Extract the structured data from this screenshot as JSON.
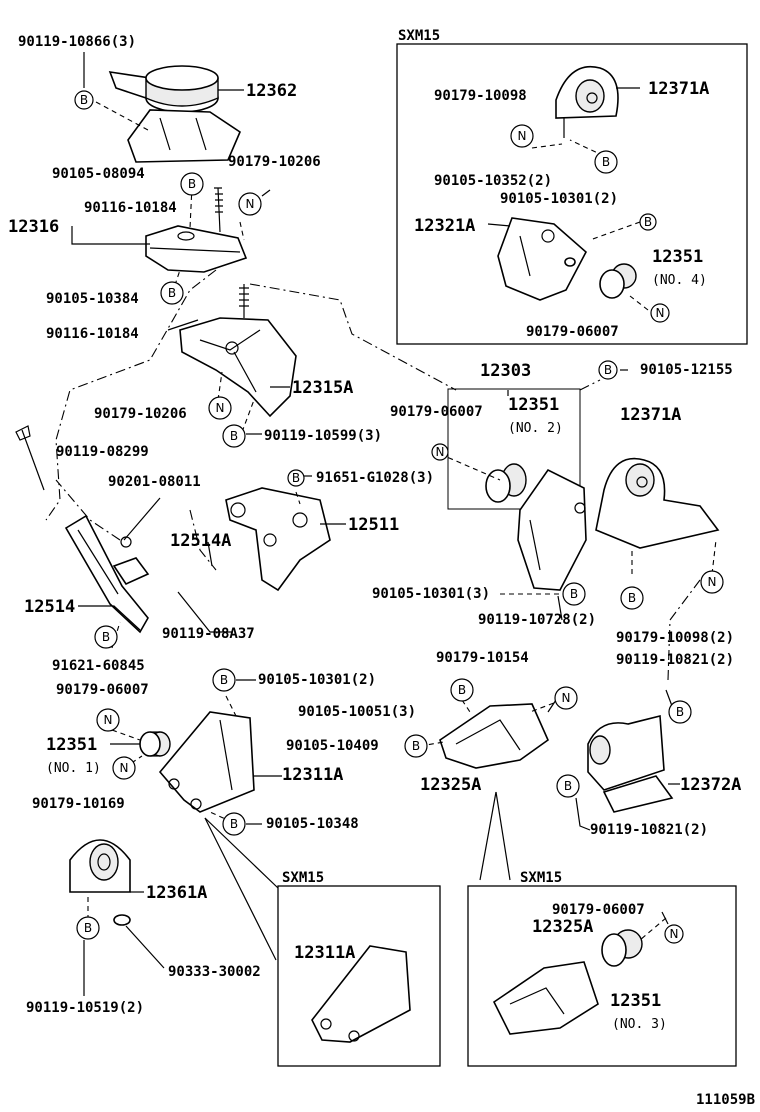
{
  "labels": {
    "p90119_10866": "90119-10866(3)",
    "p12362": "12362",
    "p90105_08094": "90105-08094",
    "p90179_10206_a": "90179-10206",
    "p12316": "12316",
    "p90116_10184_a": "90116-10184",
    "p90105_10384": "90105-10384",
    "p90116_10184_b": "90116-10184",
    "p12315A": "12315A",
    "p90179_10206_b": "90179-10206",
    "p90119_10599": "90119-10599(3)",
    "p90119_08299": "90119-08299",
    "p90201_08011": "90201-08011",
    "p91651_G1028": "91651-G1028(3)",
    "p12511": "12511",
    "p12514A": "12514A",
    "p12514": "12514",
    "p90119_08A37": "90119-08A37",
    "p91621_60845": "91621-60845",
    "p90179_06007_a": "90179-06007",
    "p12351_1": "12351",
    "no1": "(NO. 1)",
    "p90179_10169": "90179-10169",
    "p90105_10301_a": "90105-10301(2)",
    "p12311A": "12311A",
    "p90105_10348": "90105-10348",
    "p12361A": "12361A",
    "p90333_30002": "90333-30002",
    "p90119_10519": "90119-10519(2)",
    "sxm15_a": "SXM15",
    "p12311A_b": "12311A",
    "sxm15_b": "SXM15",
    "p90179_10098_a": "90179-10098",
    "p12371A_a": "12371A",
    "p90105_10352": "90105-10352(2)",
    "p90105_10301_b": "90105-10301(2)",
    "p12321A": "12321A",
    "p12351_4": "12351",
    "no4": "(NO. 4)",
    "p90179_06007_b": "90179-06007",
    "p12303": "12303",
    "p90105_12155": "90105-12155",
    "p90179_06007_c": "90179-06007",
    "p12351_2": "12351",
    "no2": "(NO. 2)",
    "p12371A_b": "12371A",
    "p90105_10301_c": "90105-10301(3)",
    "p90119_10728": "90119-10728(2)",
    "p90179_10098_b": "90179-10098(2)",
    "p90119_10821_a": "90119-10821(2)",
    "p90179_10154": "90179-10154",
    "p90105_10051": "90105-10051(3)",
    "p90105_10409": "90105-10409",
    "p12325A": "12325A",
    "p12372A": "12372A",
    "p90119_10821_b": "90119-10821(2)",
    "sxm15_c": "SXM15",
    "p90179_06007_d": "90179-06007",
    "p12325A_b": "12325A",
    "p12351_3": "12351",
    "no3": "(NO. 3)",
    "figure_id": "111059B"
  },
  "markers": {
    "bolt": "B",
    "nut": "N"
  }
}
